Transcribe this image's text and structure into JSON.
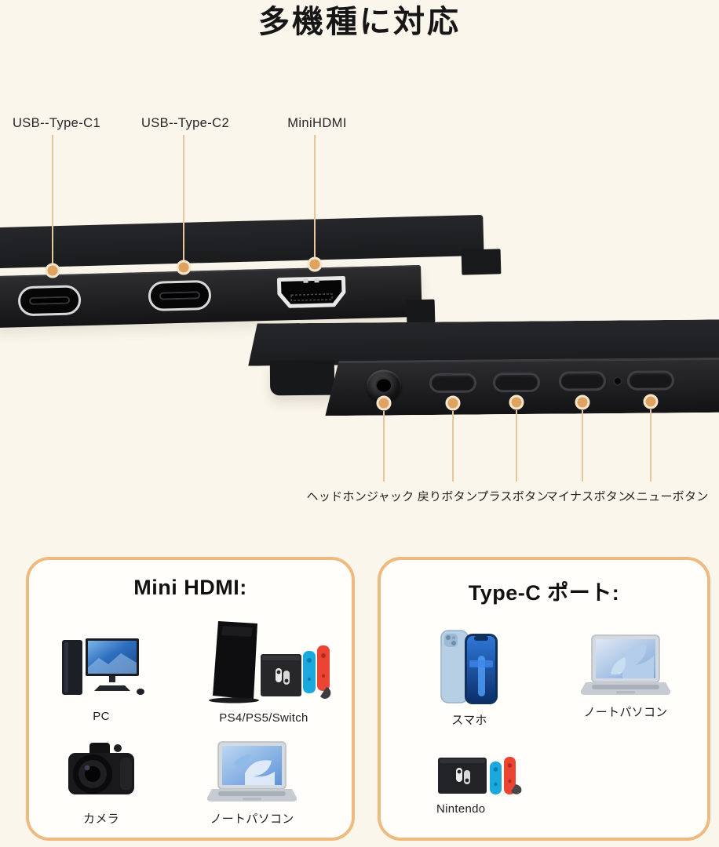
{
  "title": "多機種に対応",
  "colors": {
    "background": "#FAF6EB",
    "accent_border": "#EEBA80",
    "leader_line": "#E7C69C",
    "callout_dot": "#DFA261",
    "device_body": "#1C1C1F",
    "joycon_blue": "#1BA8DD",
    "joycon_red": "#EC4433"
  },
  "ports_section": {
    "labels": [
      "USB--Type-C1",
      "USB--Type-C2",
      "MiniHDMI"
    ],
    "port_icons": [
      "usb-c-port-icon",
      "usb-c-port-icon",
      "mini-hdmi-port-icon"
    ]
  },
  "buttons_section": {
    "labels": [
      "ヘッドホンジャック",
      "戻りボタン",
      "プラスボタン",
      "マイナスボタン",
      "メニューボタン"
    ],
    "feature_icons": [
      "headphone-jack-icon",
      "back-button-icon",
      "plus-button-icon",
      "minus-button-icon",
      "menu-button-icon"
    ]
  },
  "boxes": [
    {
      "title": "Mini HDMI:",
      "items": [
        {
          "label": "PC",
          "icon": "desktop-pc-icon"
        },
        {
          "label": "PS4/PS5/Switch",
          "icon": "game-consoles-icon"
        },
        {
          "label": "カメラ",
          "icon": "camera-icon"
        },
        {
          "label": "ノートパソコン",
          "icon": "laptop-icon"
        }
      ]
    },
    {
      "title": "Type-C ポート:",
      "items": [
        {
          "label": "スマホ",
          "icon": "smartphone-icon"
        },
        {
          "label": "ノートパソコン",
          "icon": "laptop-icon"
        },
        {
          "label": "Nintendo",
          "icon": "nintendo-switch-icon"
        }
      ]
    }
  ]
}
